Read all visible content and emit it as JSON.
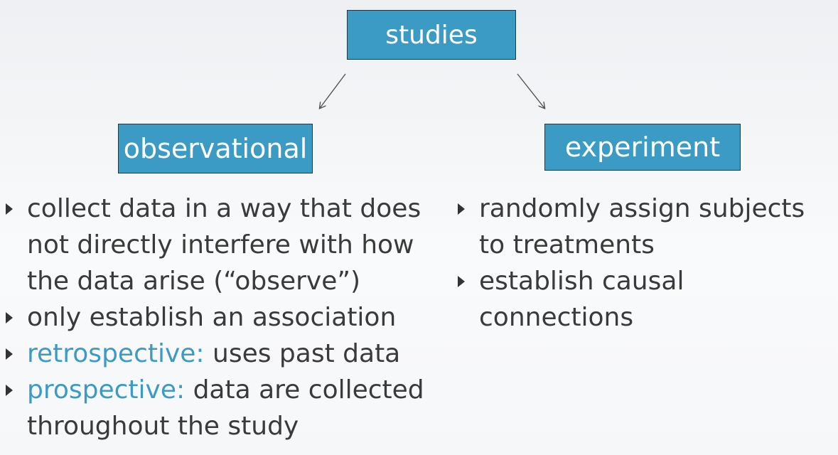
{
  "diagram": {
    "root": "studies",
    "left": {
      "title": "observational",
      "bullets": [
        {
          "term": "",
          "text": "collect data in a way that does not directly interfere with how the data arise (“observe”)"
        },
        {
          "term": "",
          "text": "only establish an association"
        },
        {
          "term": "retrospective:",
          "text": " uses past data"
        },
        {
          "term": "prospective:",
          "text": " data are collected throughout the study"
        }
      ]
    },
    "right": {
      "title": "experiment",
      "bullets": [
        {
          "term": "",
          "text": "randomly assign subjects to treatments"
        },
        {
          "term": "",
          "text": "establish causal connections"
        }
      ]
    }
  },
  "colors": {
    "node_fill": "#3b9bc4",
    "node_border": "#1d3a4a",
    "term_text": "#3b9bc4",
    "body_text": "#3a3a3a"
  },
  "icons": {
    "bullet": "triangle-right-icon",
    "connector": "arrow-down-icon"
  }
}
